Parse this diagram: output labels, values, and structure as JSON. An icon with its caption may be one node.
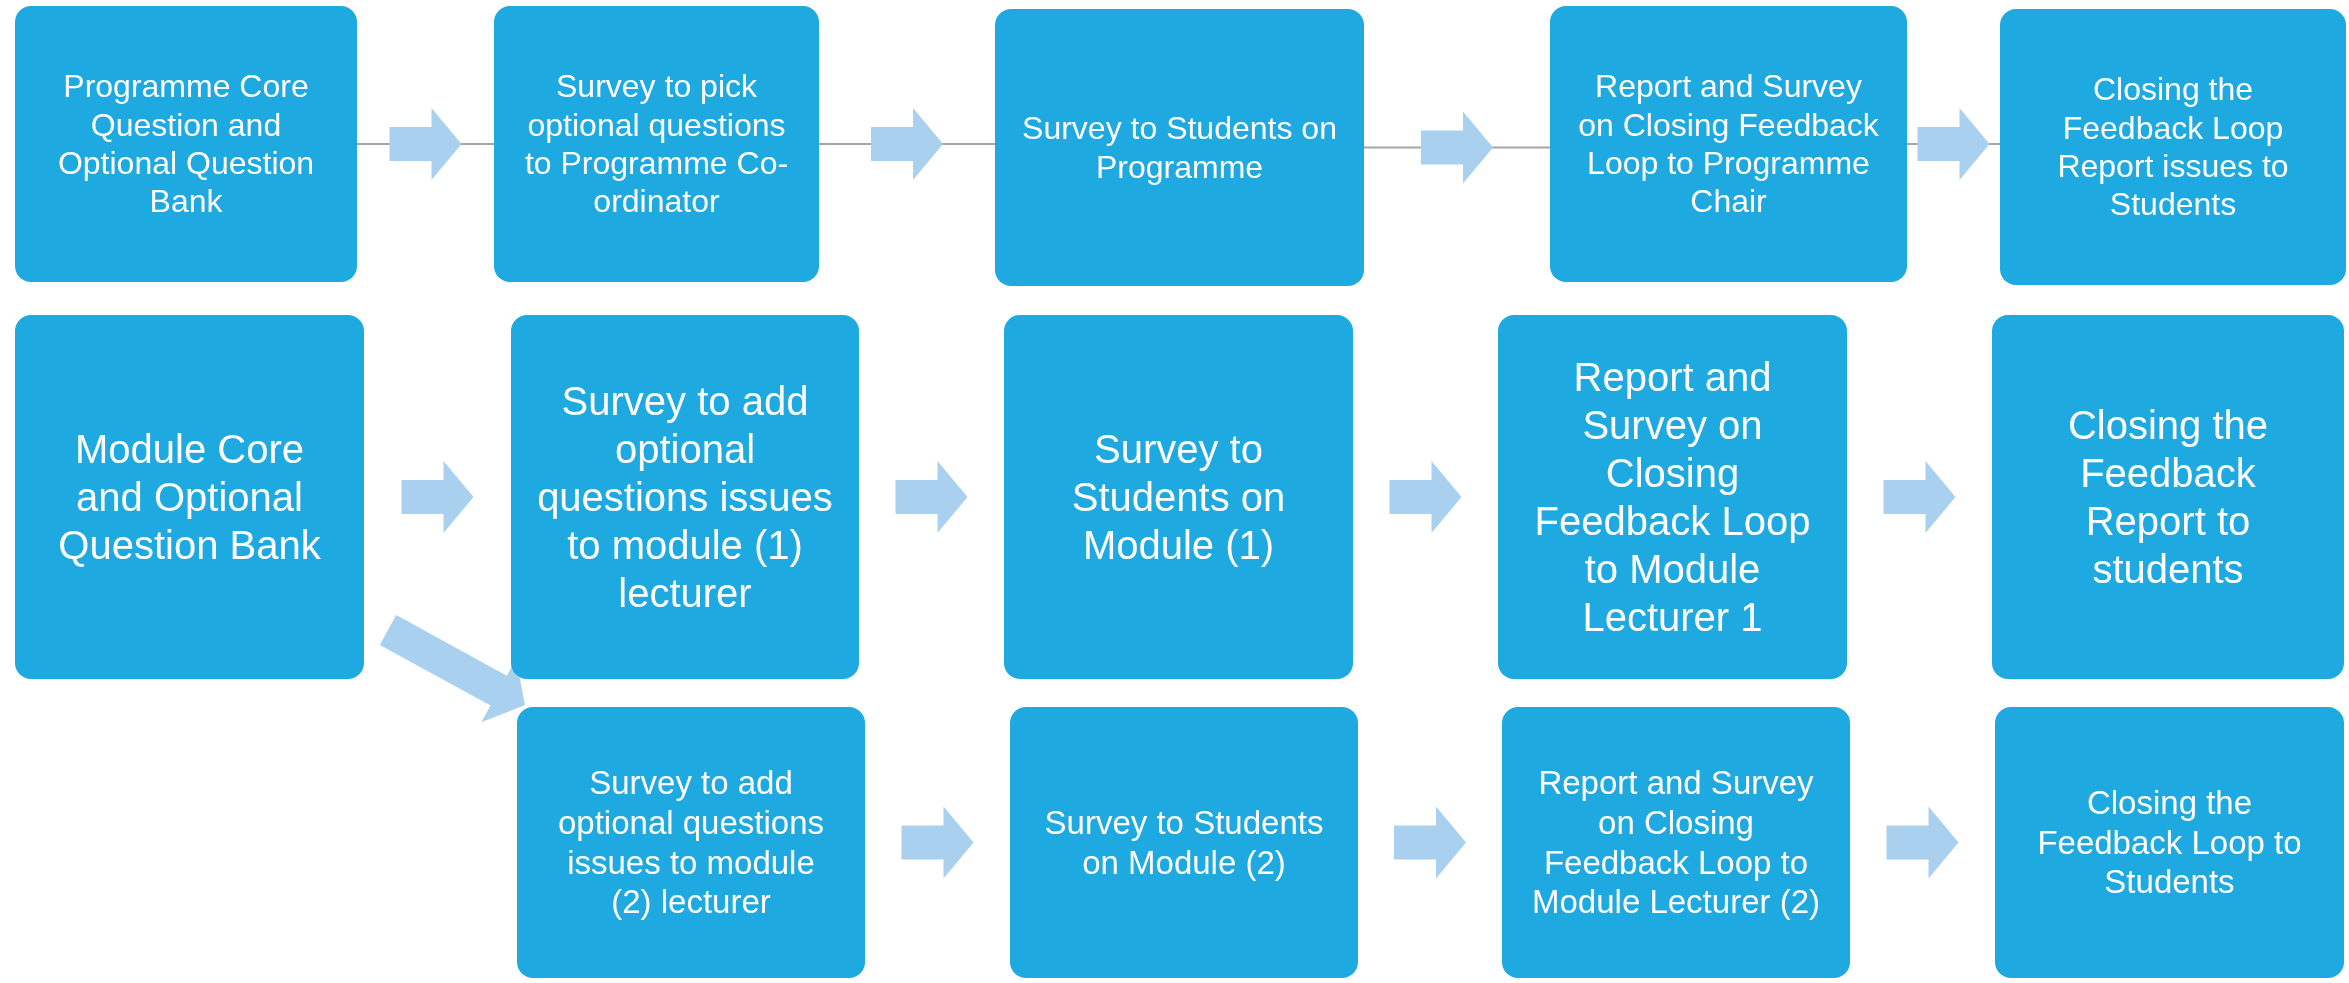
{
  "diagram": {
    "nodes": [
      {
        "text": [
          "Programme Core Question and Optional Question Bank"
        ]
      },
      {
        "text": [
          "Survey to pick optional questions to Programme Co-ordinator"
        ]
      },
      {
        "text": [
          "Survey to Students on Programme"
        ]
      },
      {
        "text": [
          "Report and Survey on Closing Feedback Loop to Programme Chair"
        ]
      },
      {
        "text": [
          "Closing the Feedback Loop Report issues to Students"
        ]
      },
      {
        "text": [
          "Module Core and Optional Question Bank"
        ]
      },
      {
        "text": [
          "Survey to add optional questions issues to module (1) lecturer"
        ]
      },
      {
        "text": [
          "Survey to Students on Module (1)"
        ]
      },
      {
        "text": [
          "Report and Survey on Closing Feedback Loop to Module Lecturer 1"
        ]
      },
      {
        "text": [
          "Closing the Feedback Report to students"
        ]
      },
      {
        "text": [
          "Survey to add optional questions issues to module (2) lecturer"
        ]
      },
      {
        "text": [
          "Survey to Students on Module (2)"
        ]
      },
      {
        "text": [
          "Report and Survey on Closing Feedback Loop to Module Lecturer (2)"
        ]
      },
      {
        "text": [
          "Closing the Feedback Loop to Students"
        ]
      }
    ],
    "edges": [
      {
        "from": 0,
        "to": 1,
        "arrow": "to"
      },
      {
        "from": 1,
        "to": 2,
        "arrow": "to"
      },
      {
        "from": 2,
        "to": 3,
        "arrow": "to"
      },
      {
        "from": 3,
        "to": 4,
        "arrow": "to"
      },
      {
        "from": 5,
        "to": 6,
        "arrow": "to"
      },
      {
        "from": 6,
        "to": 7,
        "arrow": "to"
      },
      {
        "from": 7,
        "to": 8,
        "arrow": "to"
      },
      {
        "from": 8,
        "to": 9,
        "arrow": "to"
      },
      {
        "from": 5,
        "to": 10,
        "arrow": "to"
      },
      {
        "from": 10,
        "to": 11,
        "arrow": "to"
      },
      {
        "from": 11,
        "to": 12,
        "arrow": "to"
      },
      {
        "from": 12,
        "to": 13,
        "arrow": "to"
      }
    ]
  }
}
